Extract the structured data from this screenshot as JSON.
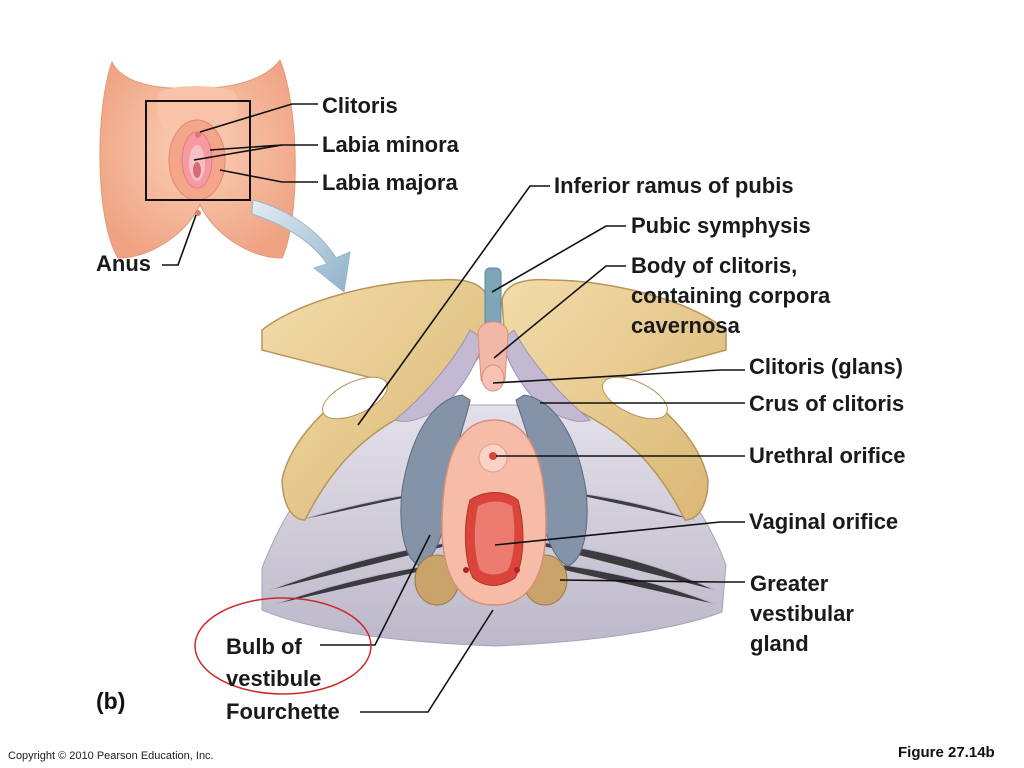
{
  "inset_labels": {
    "clitoris": "Clitoris",
    "labia_minora": "Labia minora",
    "labia_majora": "Labia majora",
    "anus": "Anus"
  },
  "labels": {
    "inferior_ramus": "Inferior ramus of pubis",
    "pubic_symphysis": "Pubic symphysis",
    "body_of_clitoris": "Body of clitoris,\ncontaining corpora\ncavernosa",
    "clitoris_glans": "Clitoris (glans)",
    "crus_of_clitoris": "Crus of clitoris",
    "urethral_orifice": "Urethral orifice",
    "vaginal_orifice": "Vaginal orifice",
    "greater_vestibular_gland": "Greater\nvestibular\ngland",
    "bulb_of_vestibule": "Bulb of\nvestibule",
    "fourchette": "Fourchette"
  },
  "panel_label": "(b)",
  "copyright": "Copyright © 2010 Pearson Education, Inc.",
  "figure_number": "Figure 27.14b",
  "colors": {
    "bone": "#e8c98e",
    "bone_edge": "#b8955a",
    "muscle": "#cfcbd8",
    "bulb": "#7f8fa3",
    "gland": "#c9a36a",
    "mucosa": "#f2a79a",
    "orifice": "#d9453a",
    "skin": "#f6b596",
    "highlight_circle": "#cc2a2a"
  }
}
